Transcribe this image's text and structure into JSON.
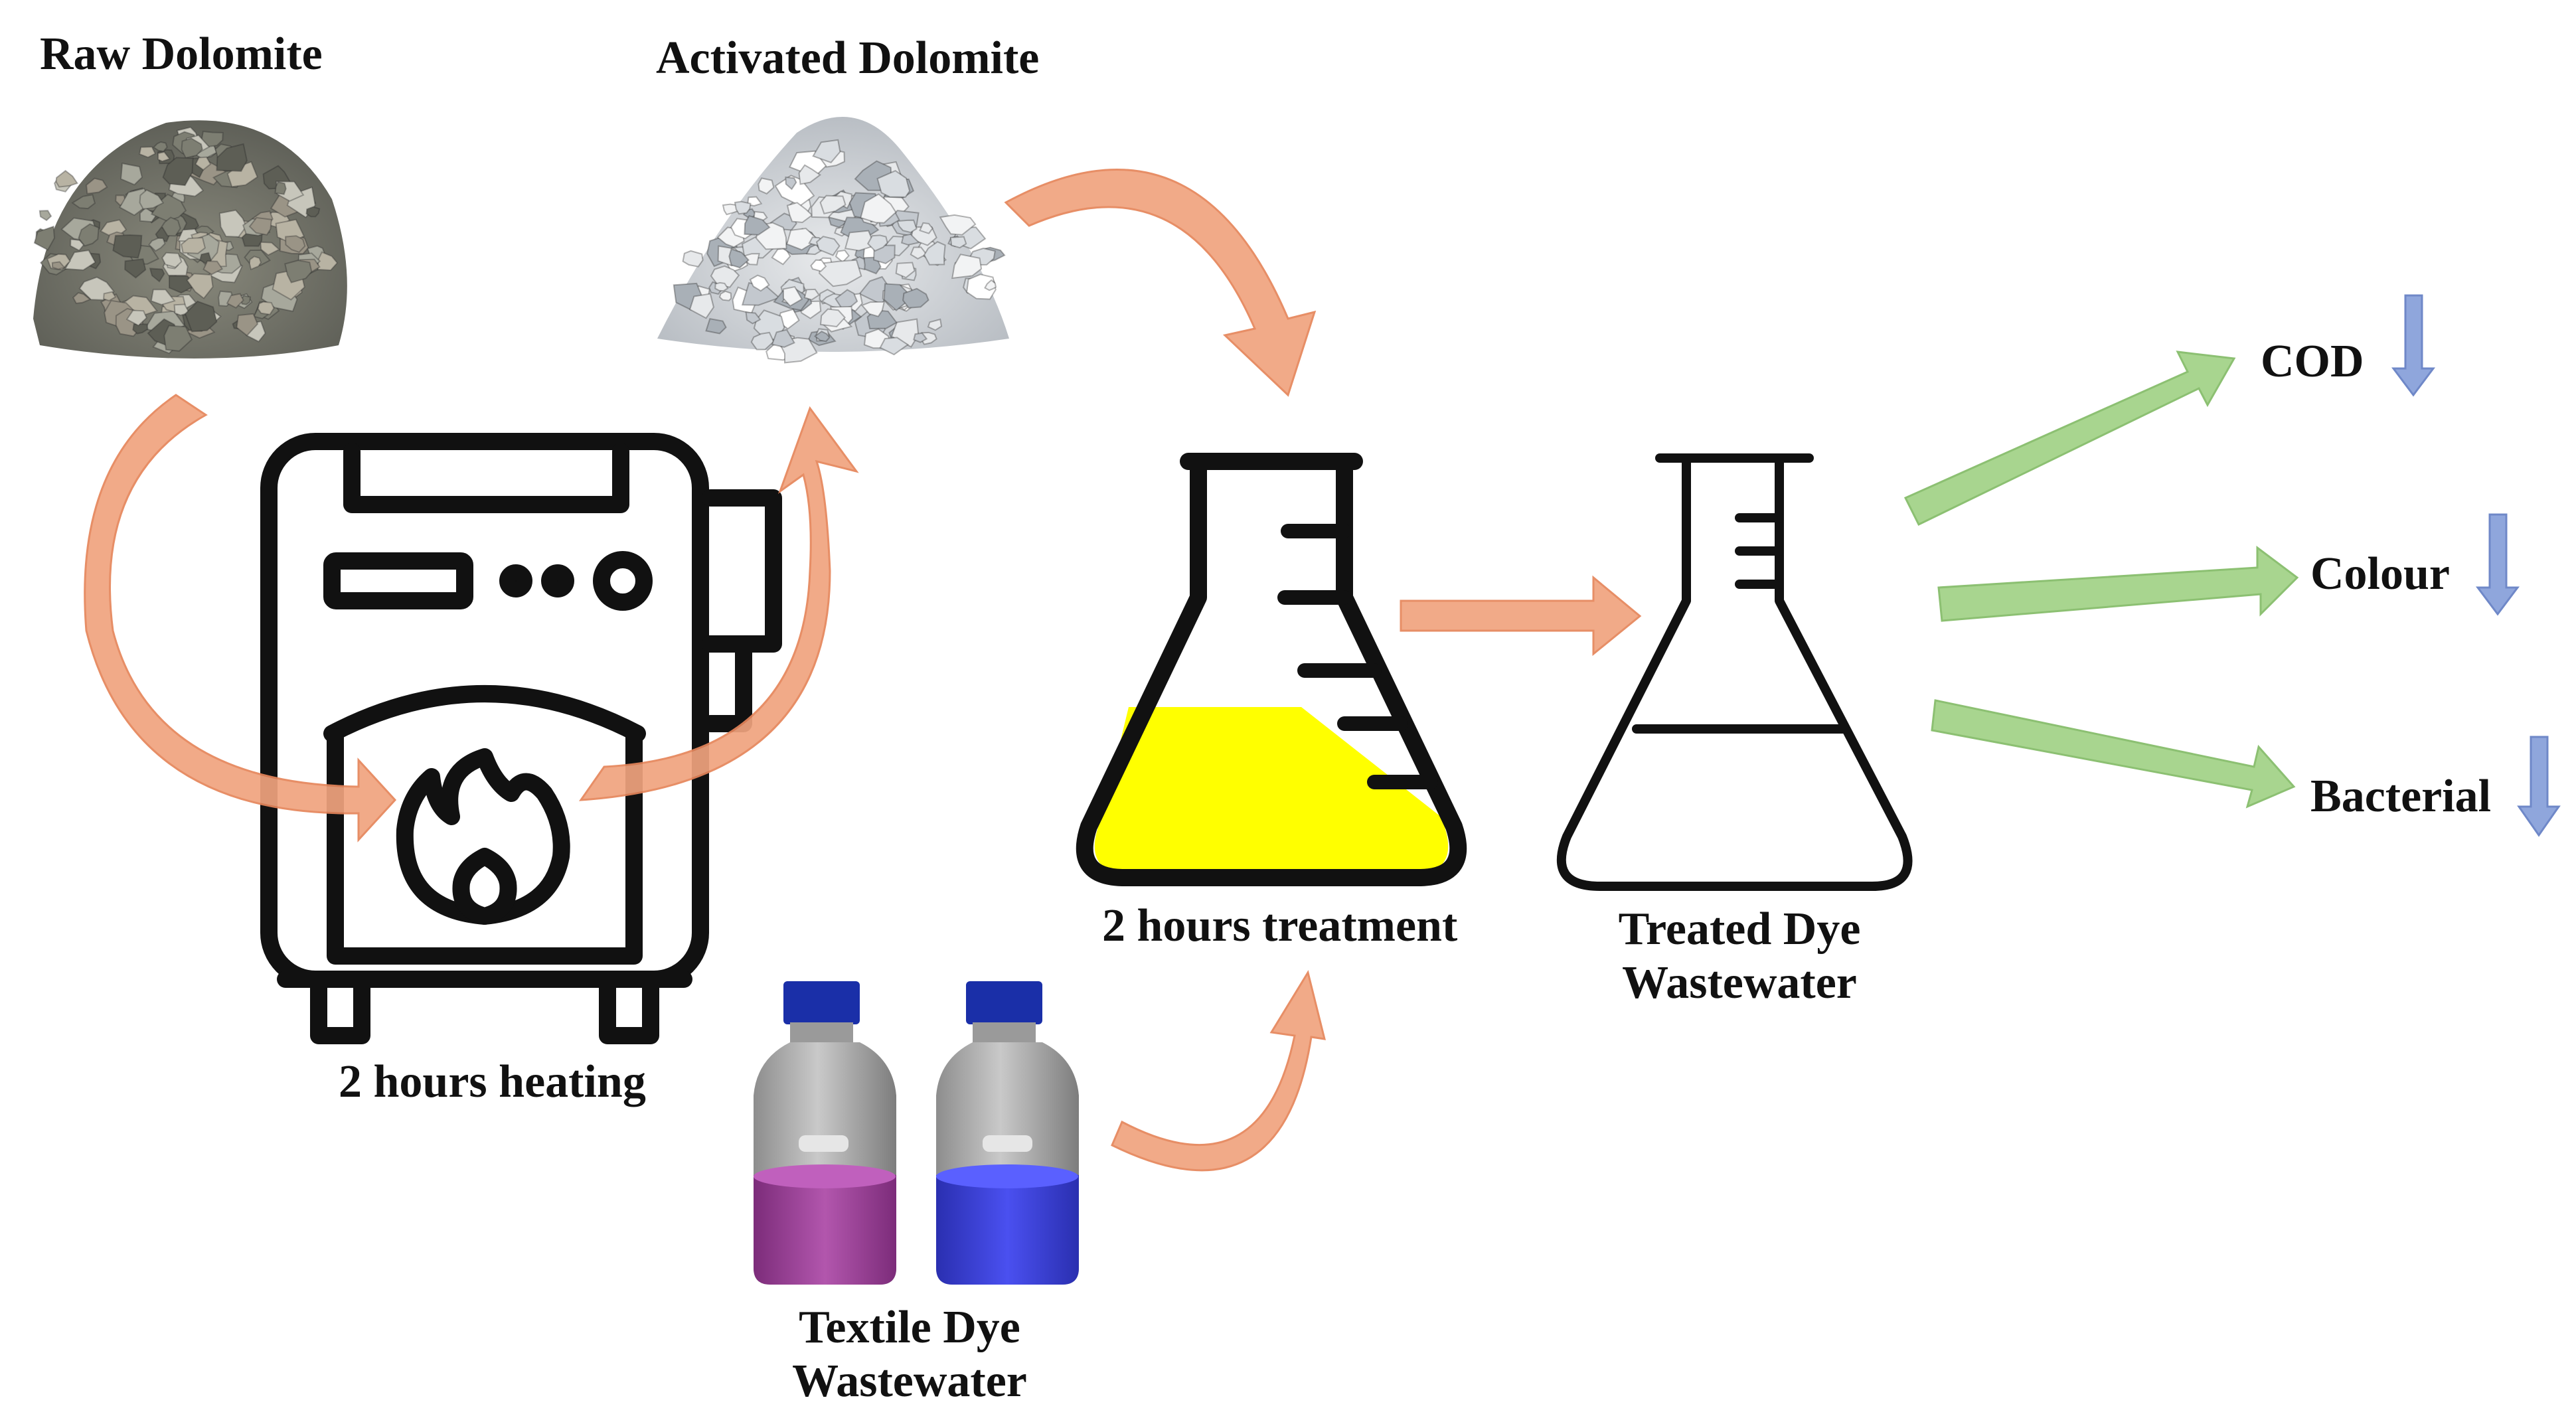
{
  "labels": {
    "raw_dolomite": "Raw Dolomite",
    "activated_dolomite": "Activated Dolomite",
    "heating": "2 hours heating",
    "treatment": "2 hours treatment",
    "treated_line1": "Treated Dye",
    "treated_line2": "Wastewater",
    "textile_line1": "Textile Dye",
    "textile_line2": "Wastewater"
  },
  "outcomes": [
    {
      "label": "COD",
      "trend": "down"
    },
    {
      "label": "Colour",
      "trend": "down"
    },
    {
      "label": "Bacterial",
      "trend": "down"
    }
  ],
  "colors": {
    "process_arrow": "#f0a37e",
    "outcome_arrow": "#a8d58f",
    "down_arrow": "#8fa6dc",
    "flask_liquid": "#ffff00",
    "dye_magenta": "#a0409a",
    "dye_blue": "#3b3fe0",
    "bottle_cap": "#1a2fa8",
    "icon_stroke": "#111111"
  },
  "icons": [
    "rock-pile-icon",
    "furnace-icon",
    "flame-icon",
    "conical-flask-icon",
    "dye-bottle-icon",
    "down-arrow-icon"
  ]
}
